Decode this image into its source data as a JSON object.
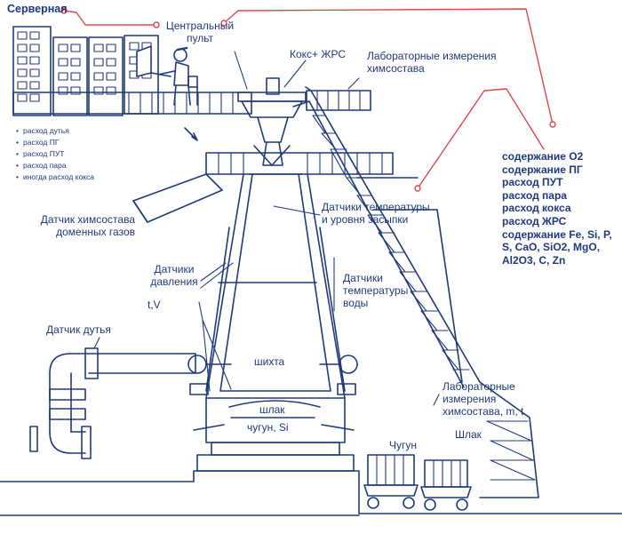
{
  "server_room": "Серверная",
  "control_room": [
    "Центральный",
    "пульт"
  ],
  "coke_label": "Кокс+ ЖРС",
  "lab_top": [
    "Лабораторные измерения",
    "химсостава"
  ],
  "bullets": [
    "расход дутья",
    "расход ПГ",
    "расход ПУТ",
    "расход пара",
    "иногда расход кокса"
  ],
  "gas_sensor": [
    "Датчик химсостава",
    "доменных газов"
  ],
  "temp_level": [
    "Датчики температуры",
    "и уровня засыпки"
  ],
  "pressure": [
    "Датчики",
    "давления"
  ],
  "tv": "t,V",
  "water_temp": [
    "Датчики",
    "температуры",
    "воды"
  ],
  "blast_sensor": "Датчик дутья",
  "charge": "шихта",
  "slag_inner": "шлак",
  "iron_inner": "чугун, Si",
  "lab_bottom": [
    "Лабораторные",
    "измерения",
    "химсостава, m, t"
  ],
  "iron": "Чугун",
  "slag": "Шлак",
  "params": [
    "содержание O2",
    "содержание ПГ",
    "расход ПУТ",
    "расход пара",
    "расход кокса",
    "расход ЖРС",
    "содержание Fe, Si, P,",
    "S, CaO, SiO2, MgO,",
    "Al2O3, C, Zn"
  ],
  "colors": {
    "ink": "#1f3a7a",
    "accent": "#e04848",
    "fill": "#ffffff"
  }
}
